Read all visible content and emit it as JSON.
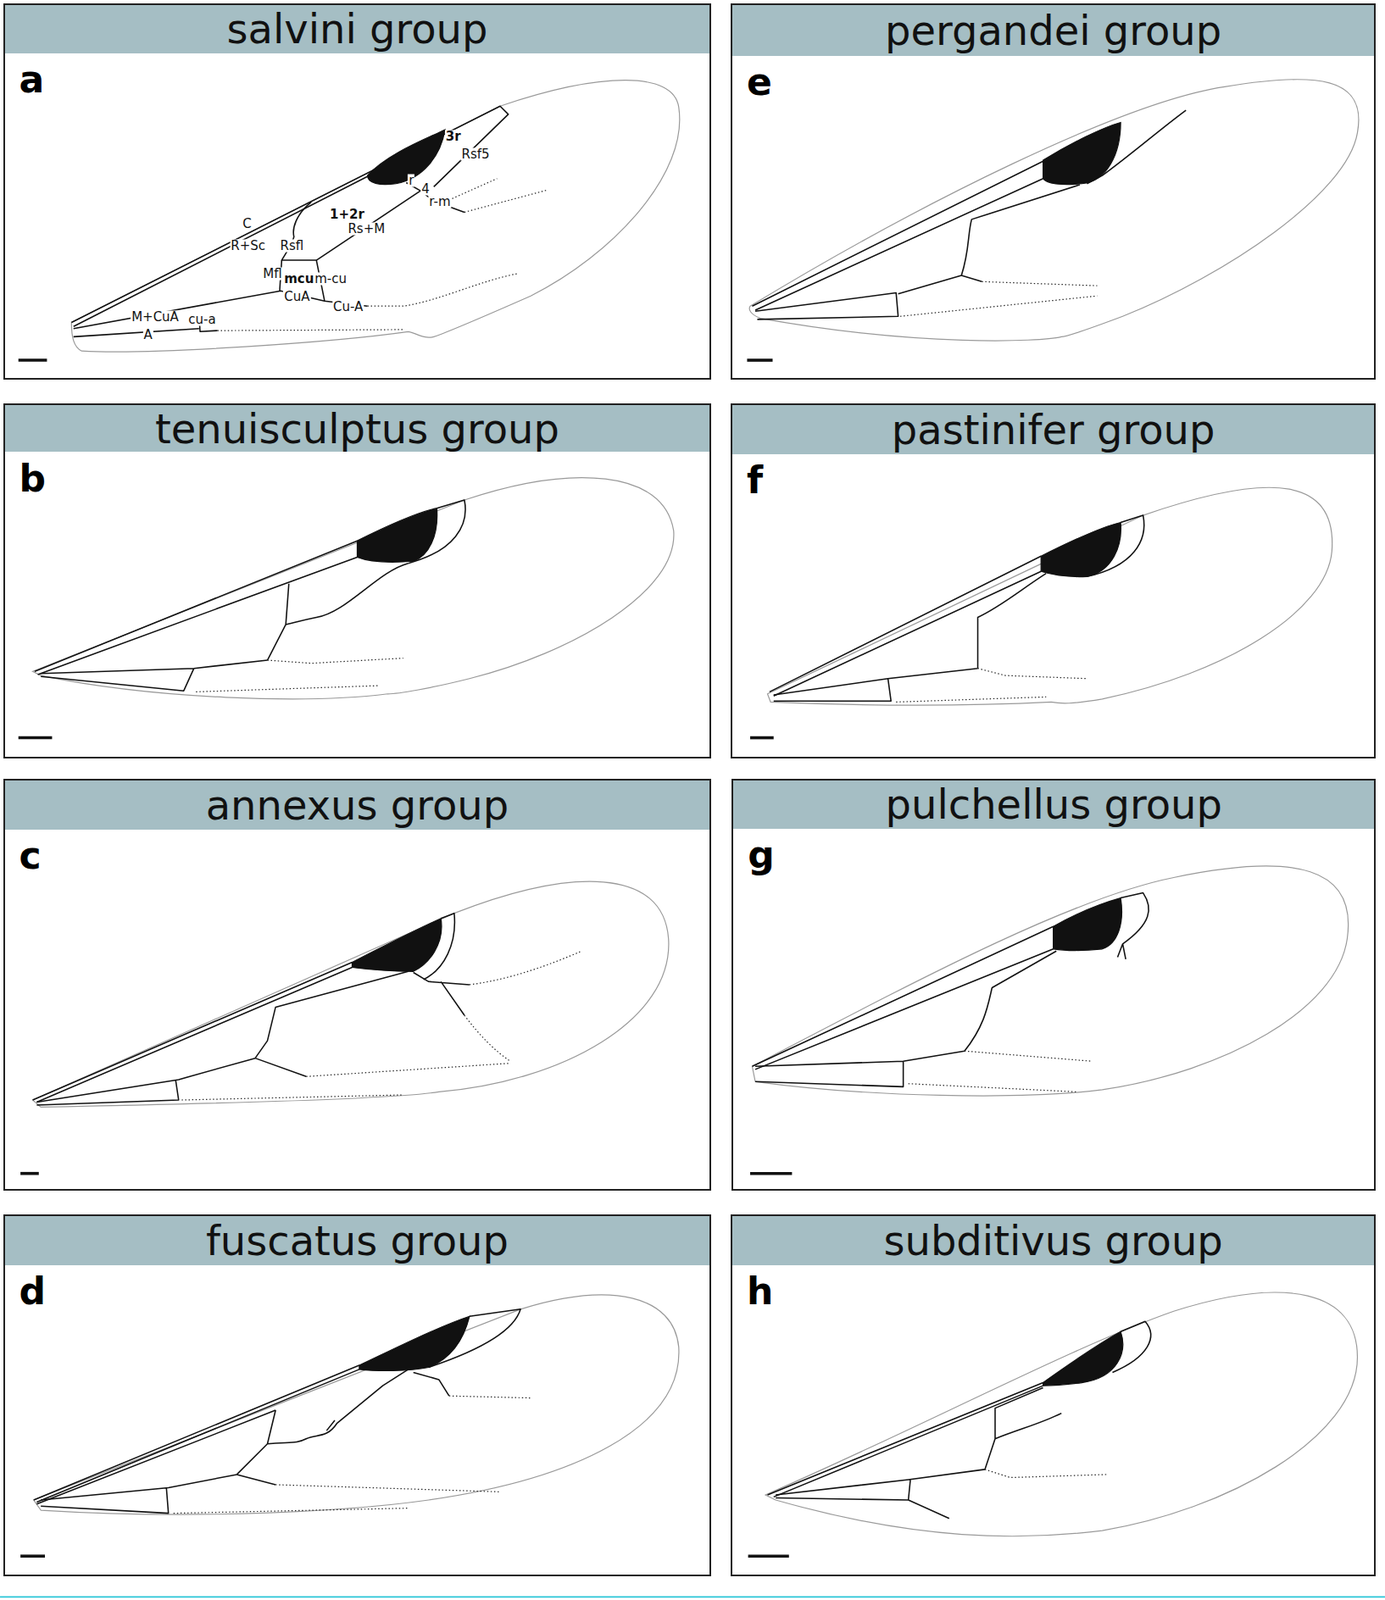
{
  "diagram": {
    "nodes": [
      {
        "text": [
          "salvini group",
          "a"
        ]
      },
      {
        "text": [
          "pergandei group",
          "e"
        ]
      },
      {
        "text": [
          "tenuisculptus group",
          "b"
        ]
      },
      {
        "text": [
          "pastinifer group",
          "f"
        ]
      },
      {
        "text": [
          "annexus group",
          "c"
        ]
      },
      {
        "text": [
          "pulchellus group",
          "g"
        ]
      },
      {
        "text": [
          "fuscatus group",
          "d"
        ]
      },
      {
        "text": [
          "subditivus group",
          "h"
        ]
      }
    ],
    "labels": [
      "3r",
      "Rsf5",
      "r",
      "4",
      "r-m",
      "1+2r",
      "Rs+M",
      "C",
      "R+Sc",
      "Rsfl",
      "Mfl",
      "mcu",
      "m-cu",
      "CuA",
      "Cu-A",
      "M+CuA",
      "cu-a",
      "A"
    ]
  }
}
